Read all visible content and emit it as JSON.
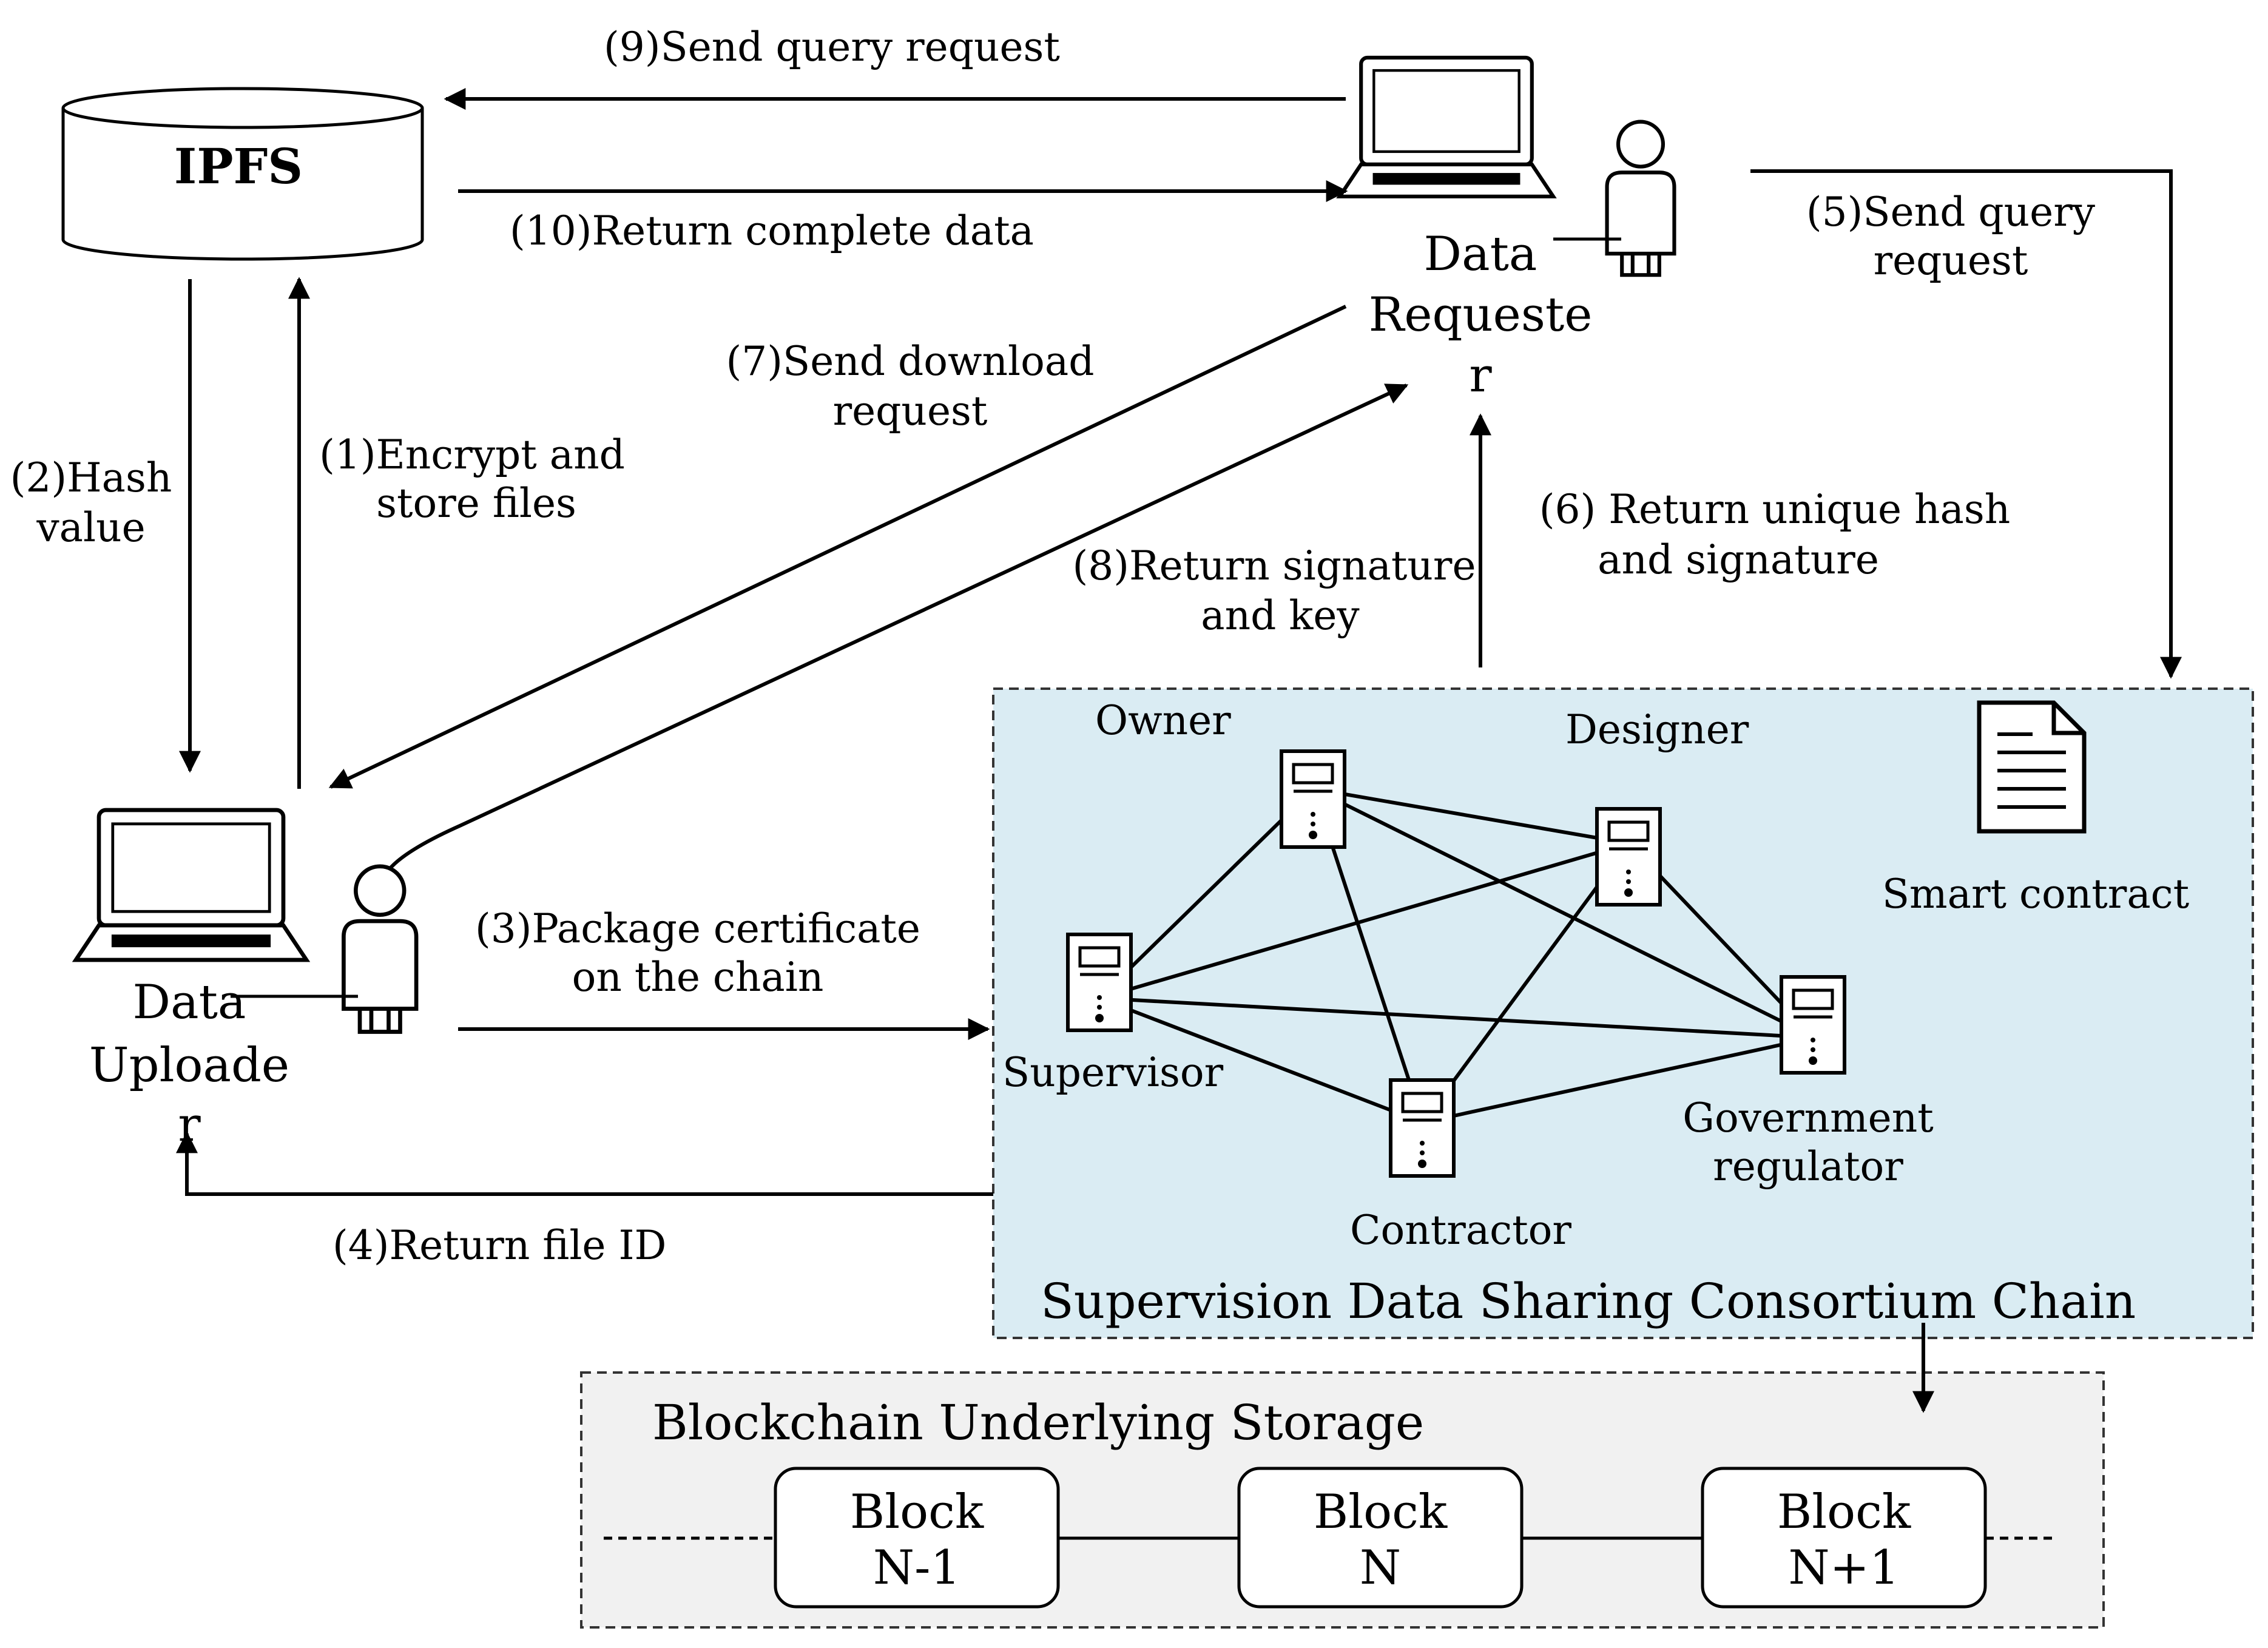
{
  "colors": {
    "chain_bg": "#daecf3",
    "storage_bg": "#f1f1f1",
    "line": "#000000"
  },
  "nodes": {
    "ipfs": "IPFS",
    "data_requester": [
      "Data",
      "Requeste",
      "r"
    ],
    "data_uploader": [
      "Data",
      "Uploade",
      "r"
    ],
    "owner": "Owner",
    "designer": "Designer",
    "supervisor": "Supervisor",
    "contractor": "Contractor",
    "government_regulator": [
      "Government",
      "regulator"
    ],
    "smart_contract": "Smart contract"
  },
  "chain_title": "Supervision Data Sharing Consortium Chain",
  "storage": {
    "title": "Blockchain Underlying Storage",
    "blocks": [
      [
        "Block",
        "N-1"
      ],
      [
        "Block",
        "N"
      ],
      [
        "Block",
        "N+1"
      ]
    ]
  },
  "steps": {
    "s1": [
      "(1)Encrypt  and",
      "store files"
    ],
    "s2": [
      "(2)Hash",
      "value"
    ],
    "s3": [
      "(3)Package certificate",
      "on the chain"
    ],
    "s4": [
      "(4)Return file ID"
    ],
    "s5": [
      "(5)Send query",
      "request"
    ],
    "s6": [
      "(6) Return unique hash",
      "and signature"
    ],
    "s7": [
      "(7)Send download",
      "request"
    ],
    "s8": [
      "(8)Return signature",
      "and key"
    ],
    "s9": [
      "(9)Send query request"
    ],
    "s10": [
      "(10)Return complete data"
    ]
  },
  "icons": [
    "laptop-icon",
    "person-icon",
    "server-icon",
    "document-icon",
    "database-icon"
  ]
}
